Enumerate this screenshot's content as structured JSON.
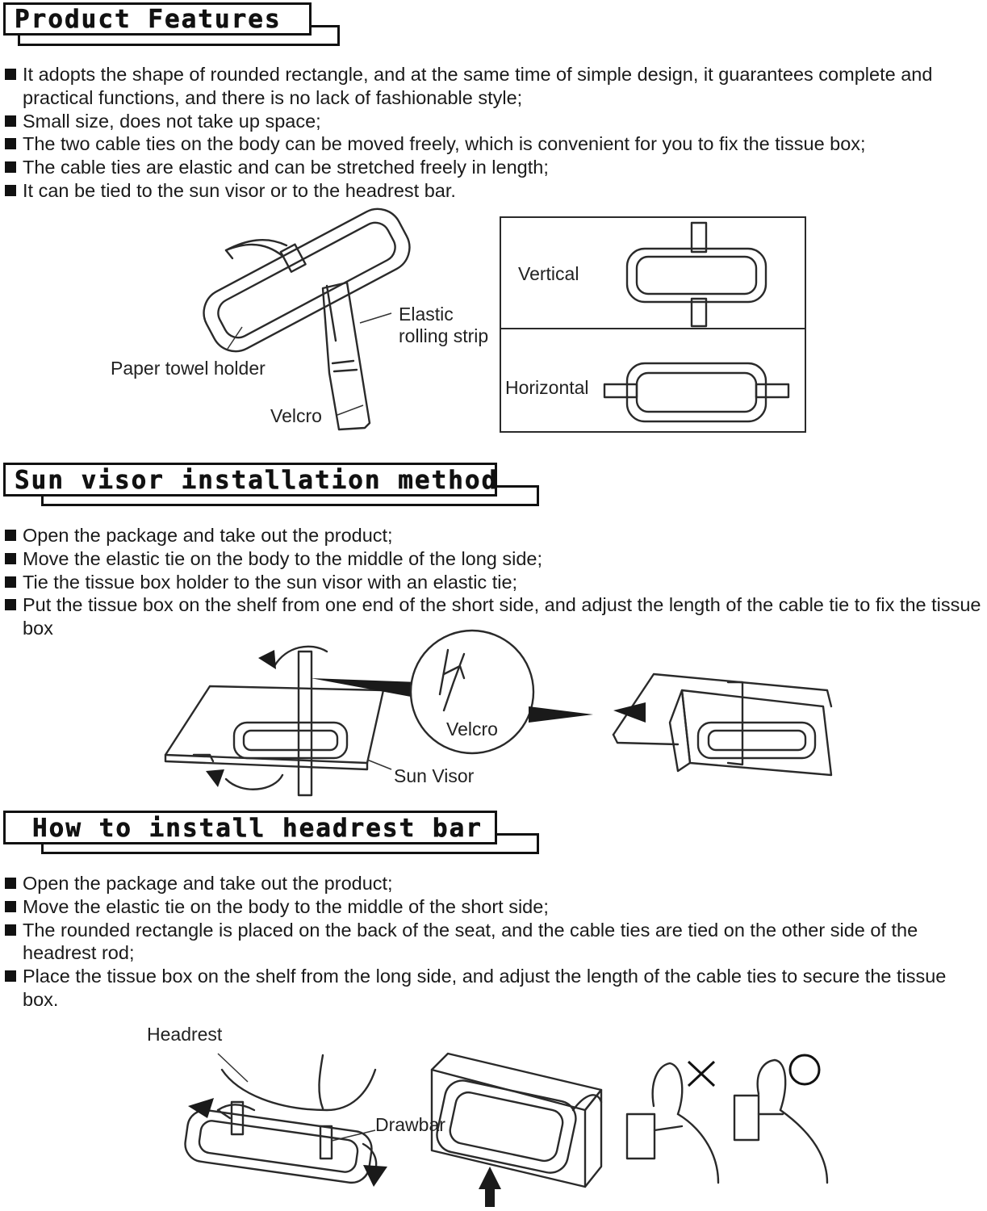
{
  "sections": {
    "features": {
      "title": "Product Features",
      "bullets": [
        "It adopts the shape of rounded rectangle, and at the same time of simple design, it guarantees complete and practical functions, and there is no lack of fashionable style;",
        "Small size, does not take up space;",
        "The two cable ties on the body can be moved freely, which is convenient for you to fix the tissue box;",
        "The cable ties are elastic and can be stretched freely in length;",
        "It can be tied to the sun visor or to the headrest bar."
      ],
      "diagram_labels": {
        "paper_towel_holder": "Paper towel holder",
        "elastic_line1": "Elastic",
        "elastic_line2": "rolling strip",
        "velcro": "Velcro",
        "vertical": "Vertical",
        "horizontal": "Horizontal"
      }
    },
    "sun_visor": {
      "title": "Sun visor installation method",
      "bullets": [
        "Open the package and take out the product;",
        "Move the elastic tie on the body to the middle of the long side;",
        "Tie the tissue box holder to the sun visor with an elastic tie;",
        "Put the tissue box on the shelf from one end of the short side, and adjust the length of the cable tie to fix the tissue box"
      ],
      "diagram_labels": {
        "velcro": "Velcro",
        "sun_visor": "Sun Visor"
      }
    },
    "headrest": {
      "title": "How to install headrest bar",
      "bullets": [
        "Open the package and take out the product;",
        "Move the elastic tie on the body to the middle of the short side;",
        "The rounded rectangle is placed on the back of the seat, and the cable ties are tied on the other side of the headrest rod;",
        "Place the tissue box on the shelf from the long side, and adjust the length of the cable ties to secure the tissue box."
      ],
      "diagram_labels": {
        "headrest": "Headrest",
        "drawbar": "Drawbar"
      }
    }
  },
  "icons": {
    "bullet": "square-bullet-icon",
    "wrong": "cross-mark-icon",
    "correct": "circle-mark-icon",
    "arrow": "push-arrow-icon"
  }
}
